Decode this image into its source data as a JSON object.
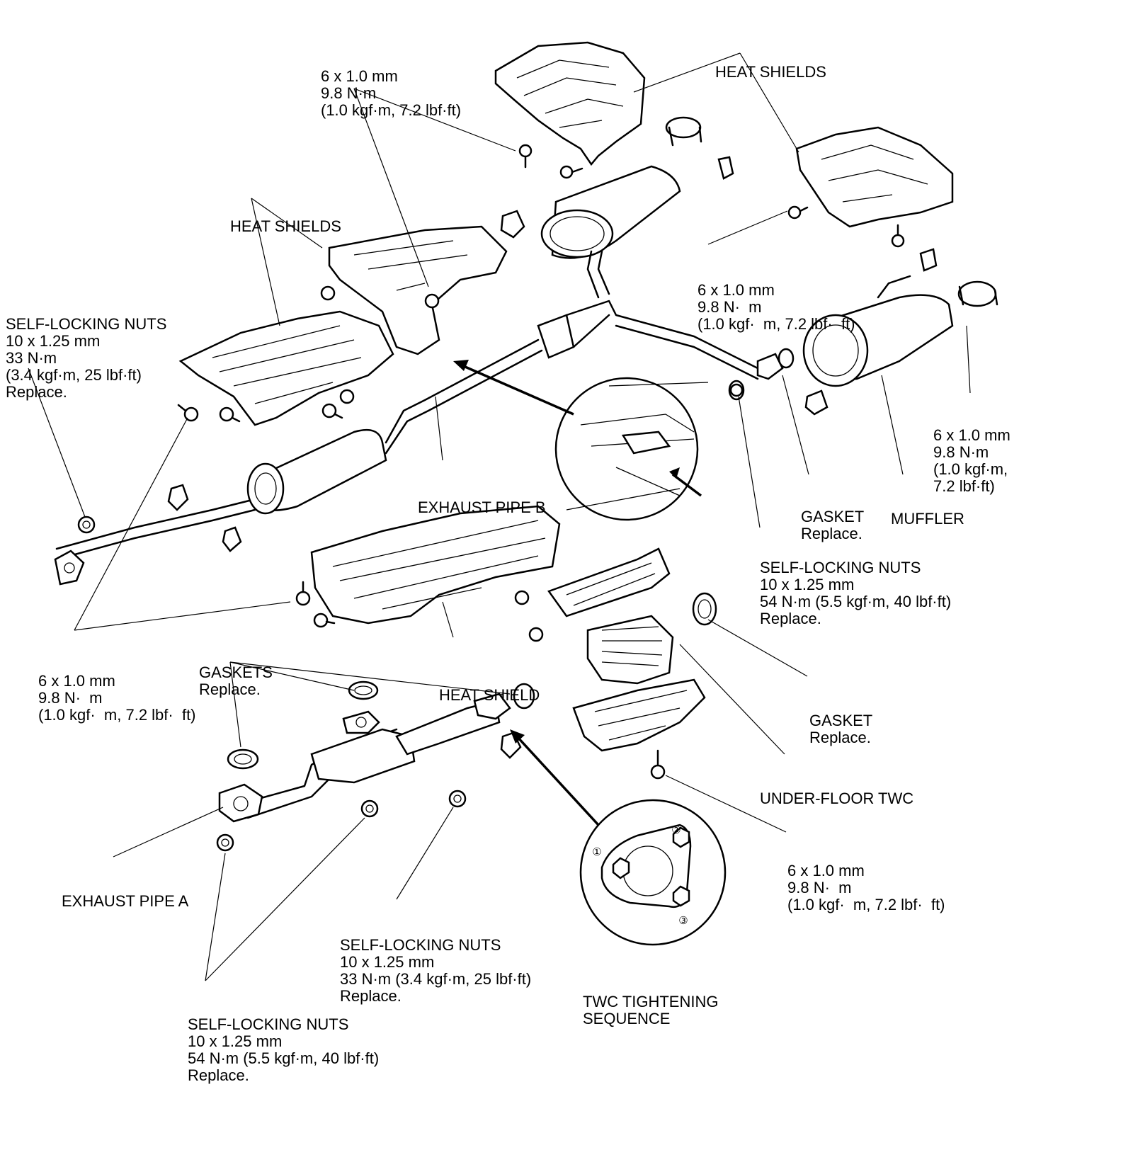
{
  "labels": {
    "bolt_top": [
      "6 x 1.0 mm",
      "9.8 N·m",
      "(1.0 kgf·m, 7.2 lbf·ft)"
    ],
    "heat_shields_top_right": [
      "HEAT SHIELDS"
    ],
    "heat_shields_upper_left": [
      "HEAT SHIELDS"
    ],
    "nuts_upper_left": [
      "SELF-LOCKING NUTS",
      "10 x 1.25 mm",
      "33 N·m",
      "(3.4 kgf·m, 25 lbf·ft)",
      "Replace."
    ],
    "bolt_right_mid": [
      "6 x 1.0 mm",
      "9.8 N·  m",
      "(1.0 kgf·  m, 7.2 lbf·  ft)"
    ],
    "bolt_far_right": [
      "6 x 1.0 mm",
      "9.8 N·m",
      "(1.0 kgf·m,",
      "7.2 lbf·ft)"
    ],
    "exhaust_pipe_b": [
      "EXHAUST PIPE B"
    ],
    "gasket_muffler": [
      "GASKET",
      "Replace."
    ],
    "muffler": [
      "MUFFLER"
    ],
    "nuts_mid_right": [
      "SELF-LOCKING NUTS",
      "10 x 1.25 mm",
      "54 N·m (5.5 kgf·m, 40 lbf·ft)",
      "Replace."
    ],
    "bolt_left": [
      "6 x 1.0 mm",
      "9.8 N·  m",
      "(1.0 kgf·  m, 7.2 lbf·  ft)"
    ],
    "gaskets_left": [
      "GASKETS",
      "Replace."
    ],
    "heat_shield_center": [
      "HEAT SHIELD"
    ],
    "gasket_twc": [
      "GASKET",
      "Replace."
    ],
    "under_floor_twc": [
      "UNDER-FLOOR TWC"
    ],
    "bolt_lower_right": [
      "6 x 1.0 mm",
      "9.8 N·  m",
      "(1.0 kgf·  m, 7.2 lbf·  ft)"
    ],
    "exhaust_pipe_a": [
      "EXHAUST PIPE A"
    ],
    "nuts_lower_mid": [
      "SELF-LOCKING NUTS",
      "10 x 1.25 mm",
      "33 N·m (3.4 kgf·m, 25 lbf·ft)",
      "Replace."
    ],
    "twc_sequence": [
      "TWC TIGHTENING",
      "SEQUENCE"
    ],
    "nuts_bottom": [
      "SELF-LOCKING NUTS",
      "10 x 1.25 mm",
      "54 N·m (5.5 kgf·m, 40 lbf·ft)",
      "Replace."
    ]
  },
  "sequence_marks": [
    "①",
    "②",
    "③"
  ]
}
